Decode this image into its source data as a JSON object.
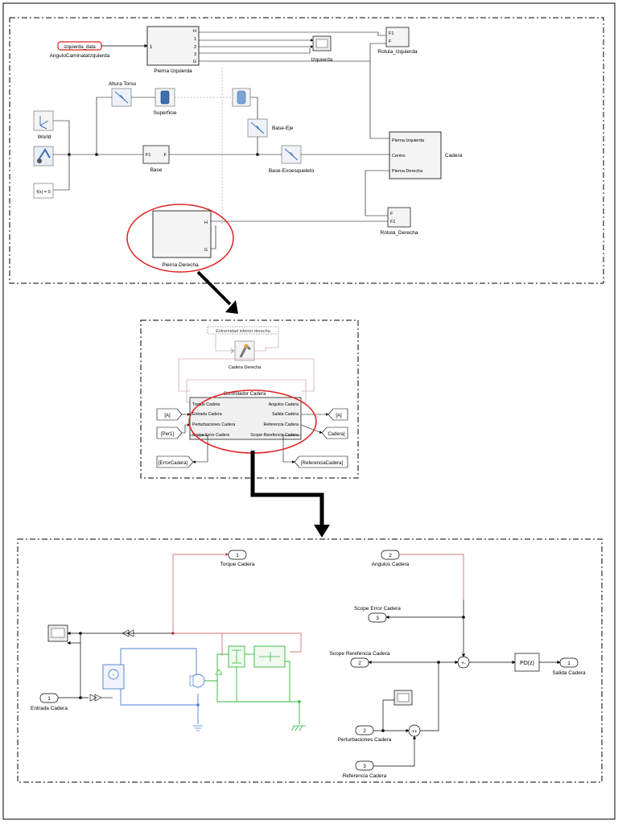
{
  "top": {
    "goto_tag": "izquierda_data",
    "goto_label": "AnguloCaminataIzquierda",
    "goto_port": "1",
    "leg_left": {
      "label": "Pierna Izquierda",
      "ports": [
        "H",
        "1",
        "2",
        "3",
        "G"
      ]
    },
    "scope_left": "Izquierda",
    "joint_left": {
      "label": "Rotula_Izquierda",
      "ports": [
        "F1",
        "F"
      ]
    },
    "altura": "Altura Torso",
    "superficie": "Superficie",
    "world": "World",
    "solver": "f(x) = 0",
    "base": {
      "label": "Base",
      "port_left": "F1",
      "port_right": "F"
    },
    "base_eje": "Base-Eje",
    "base_exo": "Base-Exoesqueleto",
    "cadera": {
      "label": "Cadera",
      "ports": [
        "Pierna Izquierda",
        "Centro",
        "Pierna Derecha"
      ]
    },
    "joint_right": {
      "label": "Rotula_Derecha",
      "ports": [
        "F",
        "F1"
      ]
    },
    "leg_right": {
      "label": "Pierna Derecha",
      "ports": [
        "H",
        "G"
      ]
    }
  },
  "mid": {
    "title": "Extremidad inferior derecha",
    "joint": "Cadera Derecha",
    "controller": {
      "title": "Controlador Cadera",
      "inputs": [
        "Torque Cadera",
        "Entrada Cadera",
        "Perturbaciones Cadera",
        "Scope Error Cadera"
      ],
      "outputs": [
        "Angulos Cadera",
        "Salida Cadera",
        "Referencia Cadera",
        "Scope Rerefencia Cadera"
      ]
    },
    "tags": {
      "a_in": "[A]",
      "per": "[Per1]",
      "err": "[ErrorCadera]",
      "a_out": "[A]",
      "cad": "Cadera]",
      "ref": "[ReferenciaCadera]"
    }
  },
  "bot": {
    "torque_num": "1",
    "torque_label": "Torque Cadera",
    "angulos_num": "2",
    "angulos_label": "Angulos Cadera",
    "scope_err_num": "3",
    "scope_err_label": "Scope Error Cadera",
    "scope_ref_num": "2",
    "scope_ref_label": "Scope Rerefencia Cadera",
    "pd": "PD(z)",
    "salida_num": "1",
    "salida_label": "Salida Cadera",
    "pert_num": "2",
    "pert_label": "Perturbaciones Cadera",
    "ref_num": "3",
    "ref_label": "Referencia Cadera",
    "entrada_num": "1",
    "entrada_label": "Entrada Cadera"
  },
  "colors": {
    "highlight": "#e02020",
    "physical": "#4a7fd0",
    "signal_red": "#c0504d",
    "electrical": "#33b83a"
  }
}
